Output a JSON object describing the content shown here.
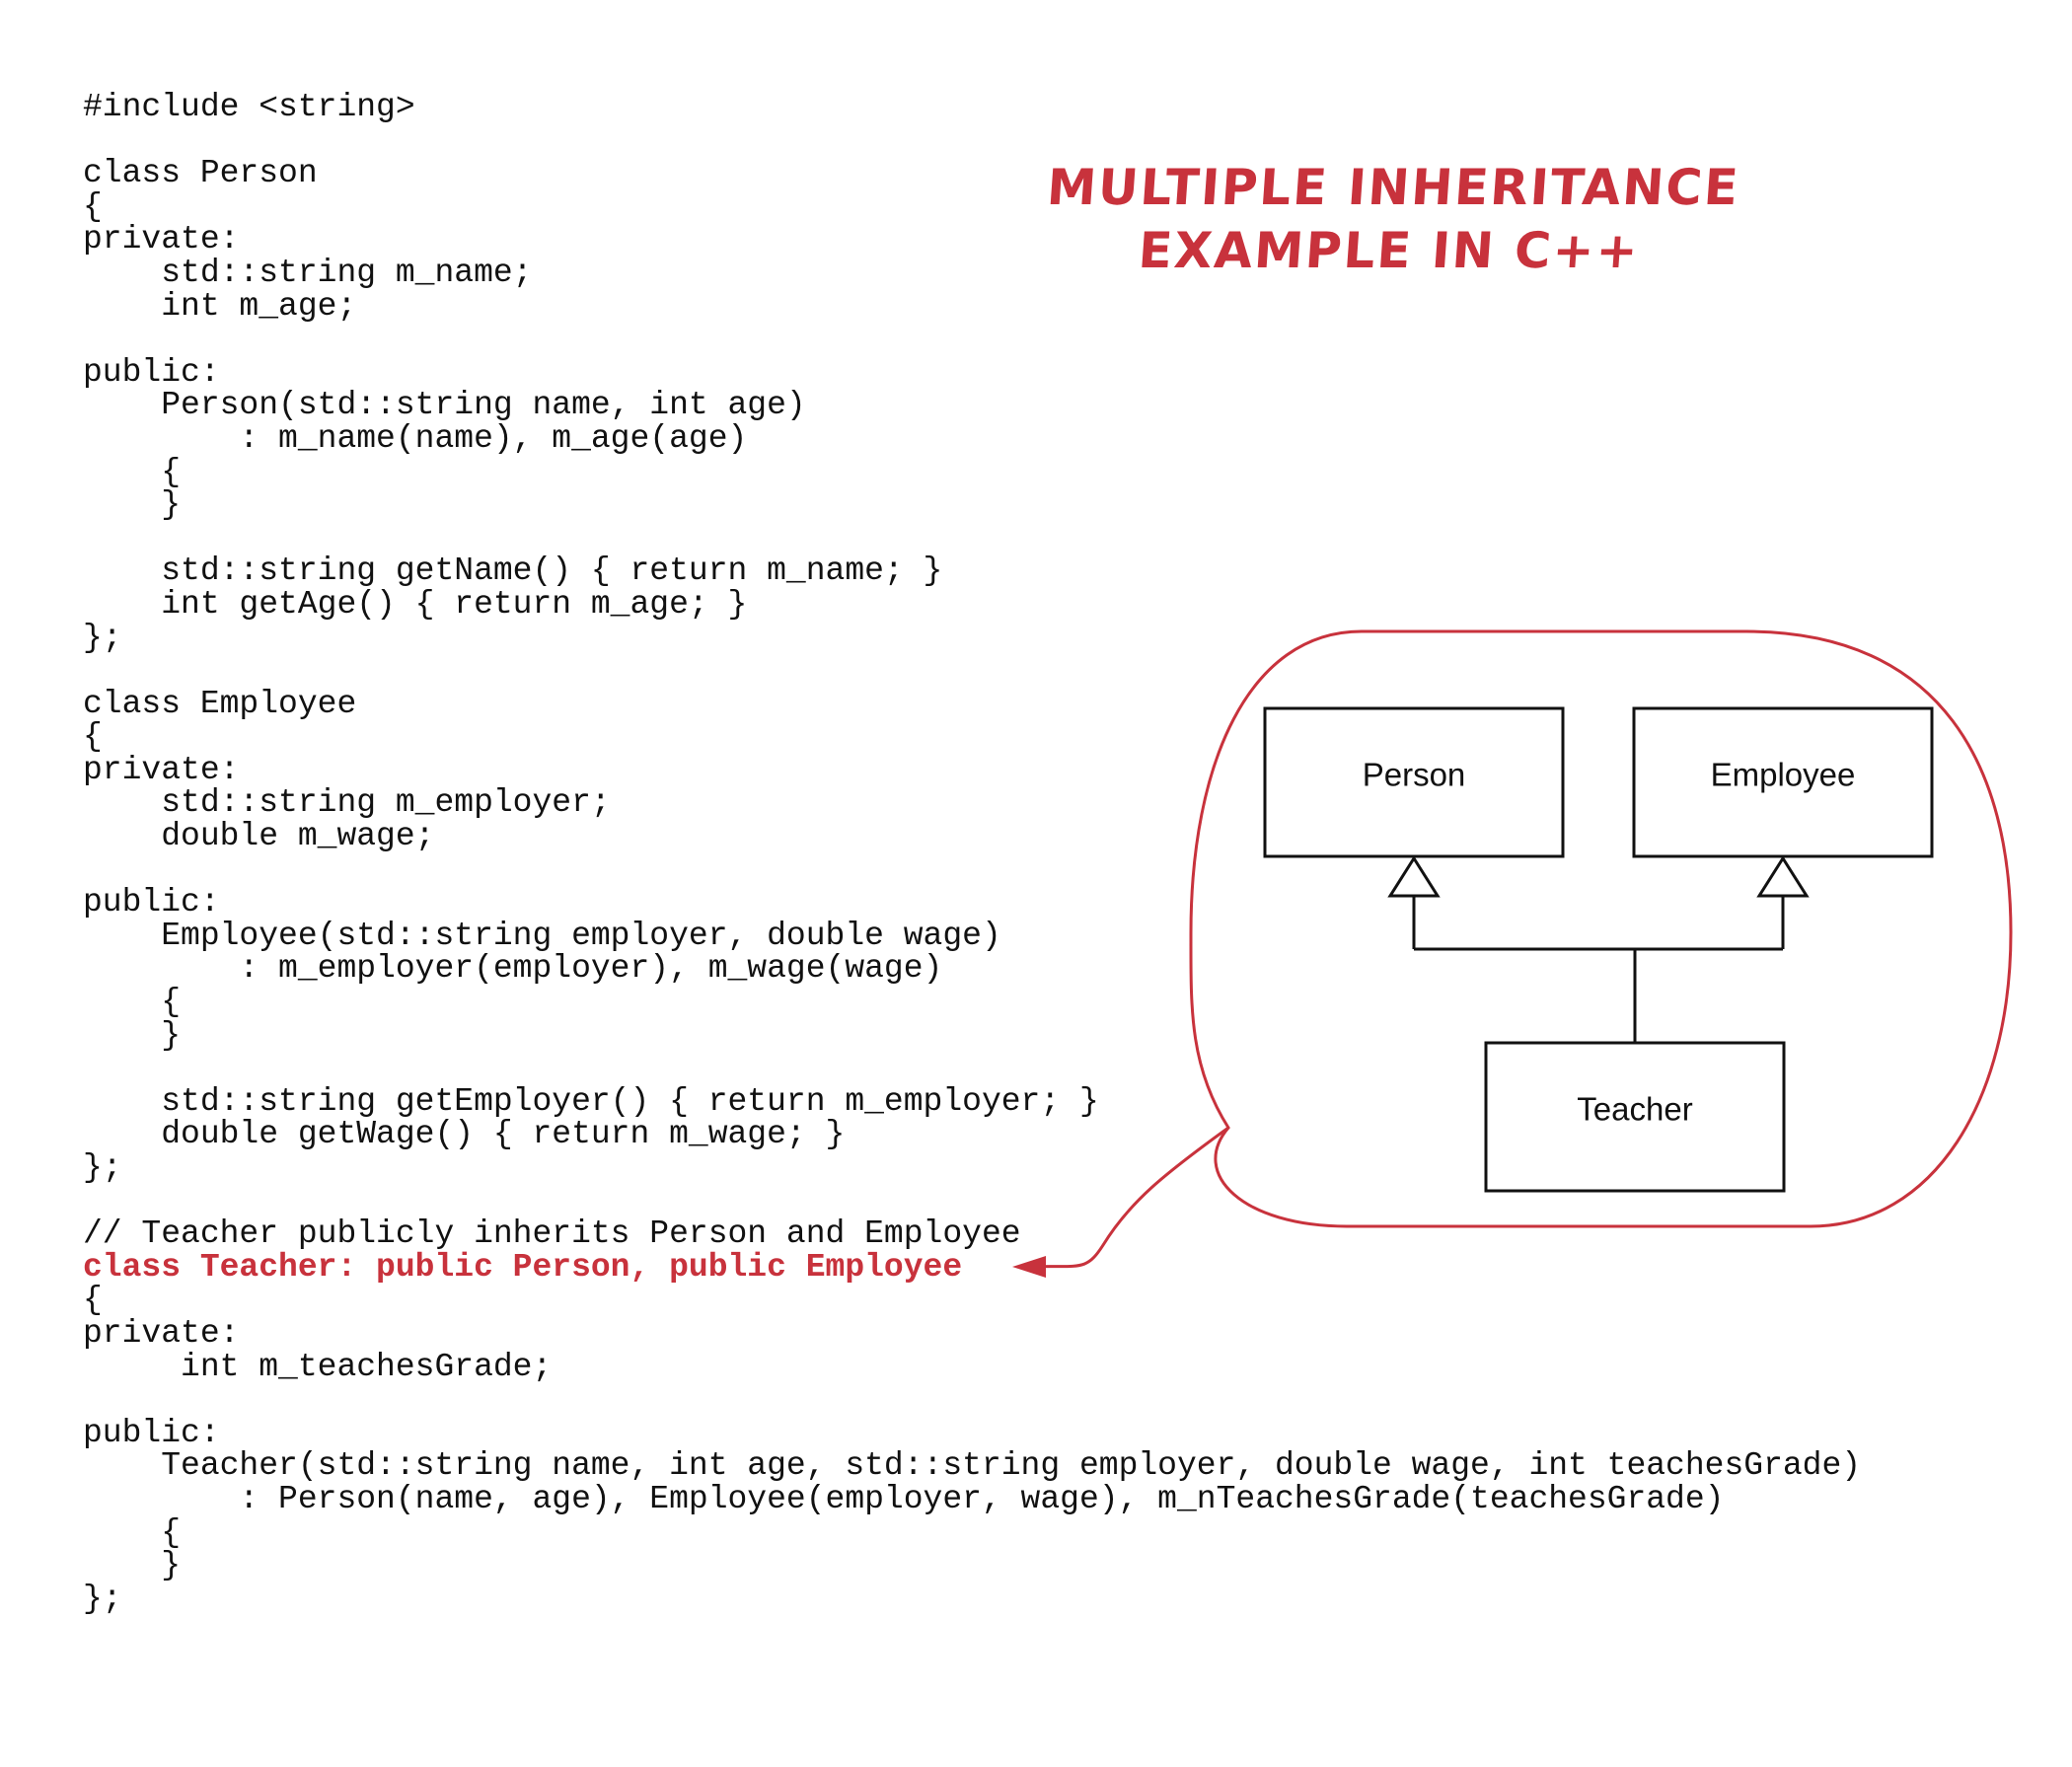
{
  "title": {
    "line1": "MULTIPLE INHERITANCE",
    "line2": "EXAMPLE IN C++"
  },
  "code_lines": [
    {
      "text": "#include <string>",
      "highlight": false
    },
    {
      "text": "",
      "highlight": false
    },
    {
      "text": "class Person",
      "highlight": false
    },
    {
      "text": "{",
      "highlight": false
    },
    {
      "text": "private:",
      "highlight": false
    },
    {
      "text": "    std::string m_name;",
      "highlight": false
    },
    {
      "text": "    int m_age;",
      "highlight": false
    },
    {
      "text": "",
      "highlight": false
    },
    {
      "text": "public:",
      "highlight": false
    },
    {
      "text": "    Person(std::string name, int age)",
      "highlight": false
    },
    {
      "text": "        : m_name(name), m_age(age)",
      "highlight": false
    },
    {
      "text": "    {",
      "highlight": false
    },
    {
      "text": "    }",
      "highlight": false
    },
    {
      "text": "",
      "highlight": false
    },
    {
      "text": "    std::string getName() { return m_name; }",
      "highlight": false
    },
    {
      "text": "    int getAge() { return m_age; }",
      "highlight": false
    },
    {
      "text": "};",
      "highlight": false
    },
    {
      "text": "",
      "highlight": false
    },
    {
      "text": "class Employee",
      "highlight": false
    },
    {
      "text": "{",
      "highlight": false
    },
    {
      "text": "private:",
      "highlight": false
    },
    {
      "text": "    std::string m_employer;",
      "highlight": false
    },
    {
      "text": "    double m_wage;",
      "highlight": false
    },
    {
      "text": "",
      "highlight": false
    },
    {
      "text": "public:",
      "highlight": false
    },
    {
      "text": "    Employee(std::string employer, double wage)",
      "highlight": false
    },
    {
      "text": "        : m_employer(employer), m_wage(wage)",
      "highlight": false
    },
    {
      "text": "    {",
      "highlight": false
    },
    {
      "text": "    }",
      "highlight": false
    },
    {
      "text": "",
      "highlight": false
    },
    {
      "text": "    std::string getEmployer() { return m_employer; }",
      "highlight": false
    },
    {
      "text": "    double getWage() { return m_wage; }",
      "highlight": false
    },
    {
      "text": "};",
      "highlight": false
    },
    {
      "text": "",
      "highlight": false
    },
    {
      "text": "// Teacher publicly inherits Person and Employee",
      "highlight": false
    },
    {
      "text": "class Teacher: public Person, public Employee",
      "highlight": true
    },
    {
      "text": "{",
      "highlight": false
    },
    {
      "text": "private:",
      "highlight": false
    },
    {
      "text": "     int m_teachesGrade;",
      "highlight": false
    },
    {
      "text": "",
      "highlight": false
    },
    {
      "text": "public:",
      "highlight": false
    },
    {
      "text": "    Teacher(std::string name, int age, std::string employer, double wage, int teachesGrade)",
      "highlight": false
    },
    {
      "text": "        : Person(name, age), Employee(employer, wage), m_nTeachesGrade(teachesGrade)",
      "highlight": false
    },
    {
      "text": "    {",
      "highlight": false
    },
    {
      "text": "    }",
      "highlight": false
    },
    {
      "text": "};",
      "highlight": false
    }
  ],
  "diagram": {
    "nodes": {
      "person": "Person",
      "employee": "Employee",
      "teacher": "Teacher"
    },
    "edges": [
      {
        "from": "teacher",
        "to": "person",
        "type": "inheritance"
      },
      {
        "from": "teacher",
        "to": "employee",
        "type": "inheritance"
      }
    ]
  },
  "colors": {
    "accent": "#c8323c",
    "text": "#111111",
    "background": "#ffffff"
  }
}
